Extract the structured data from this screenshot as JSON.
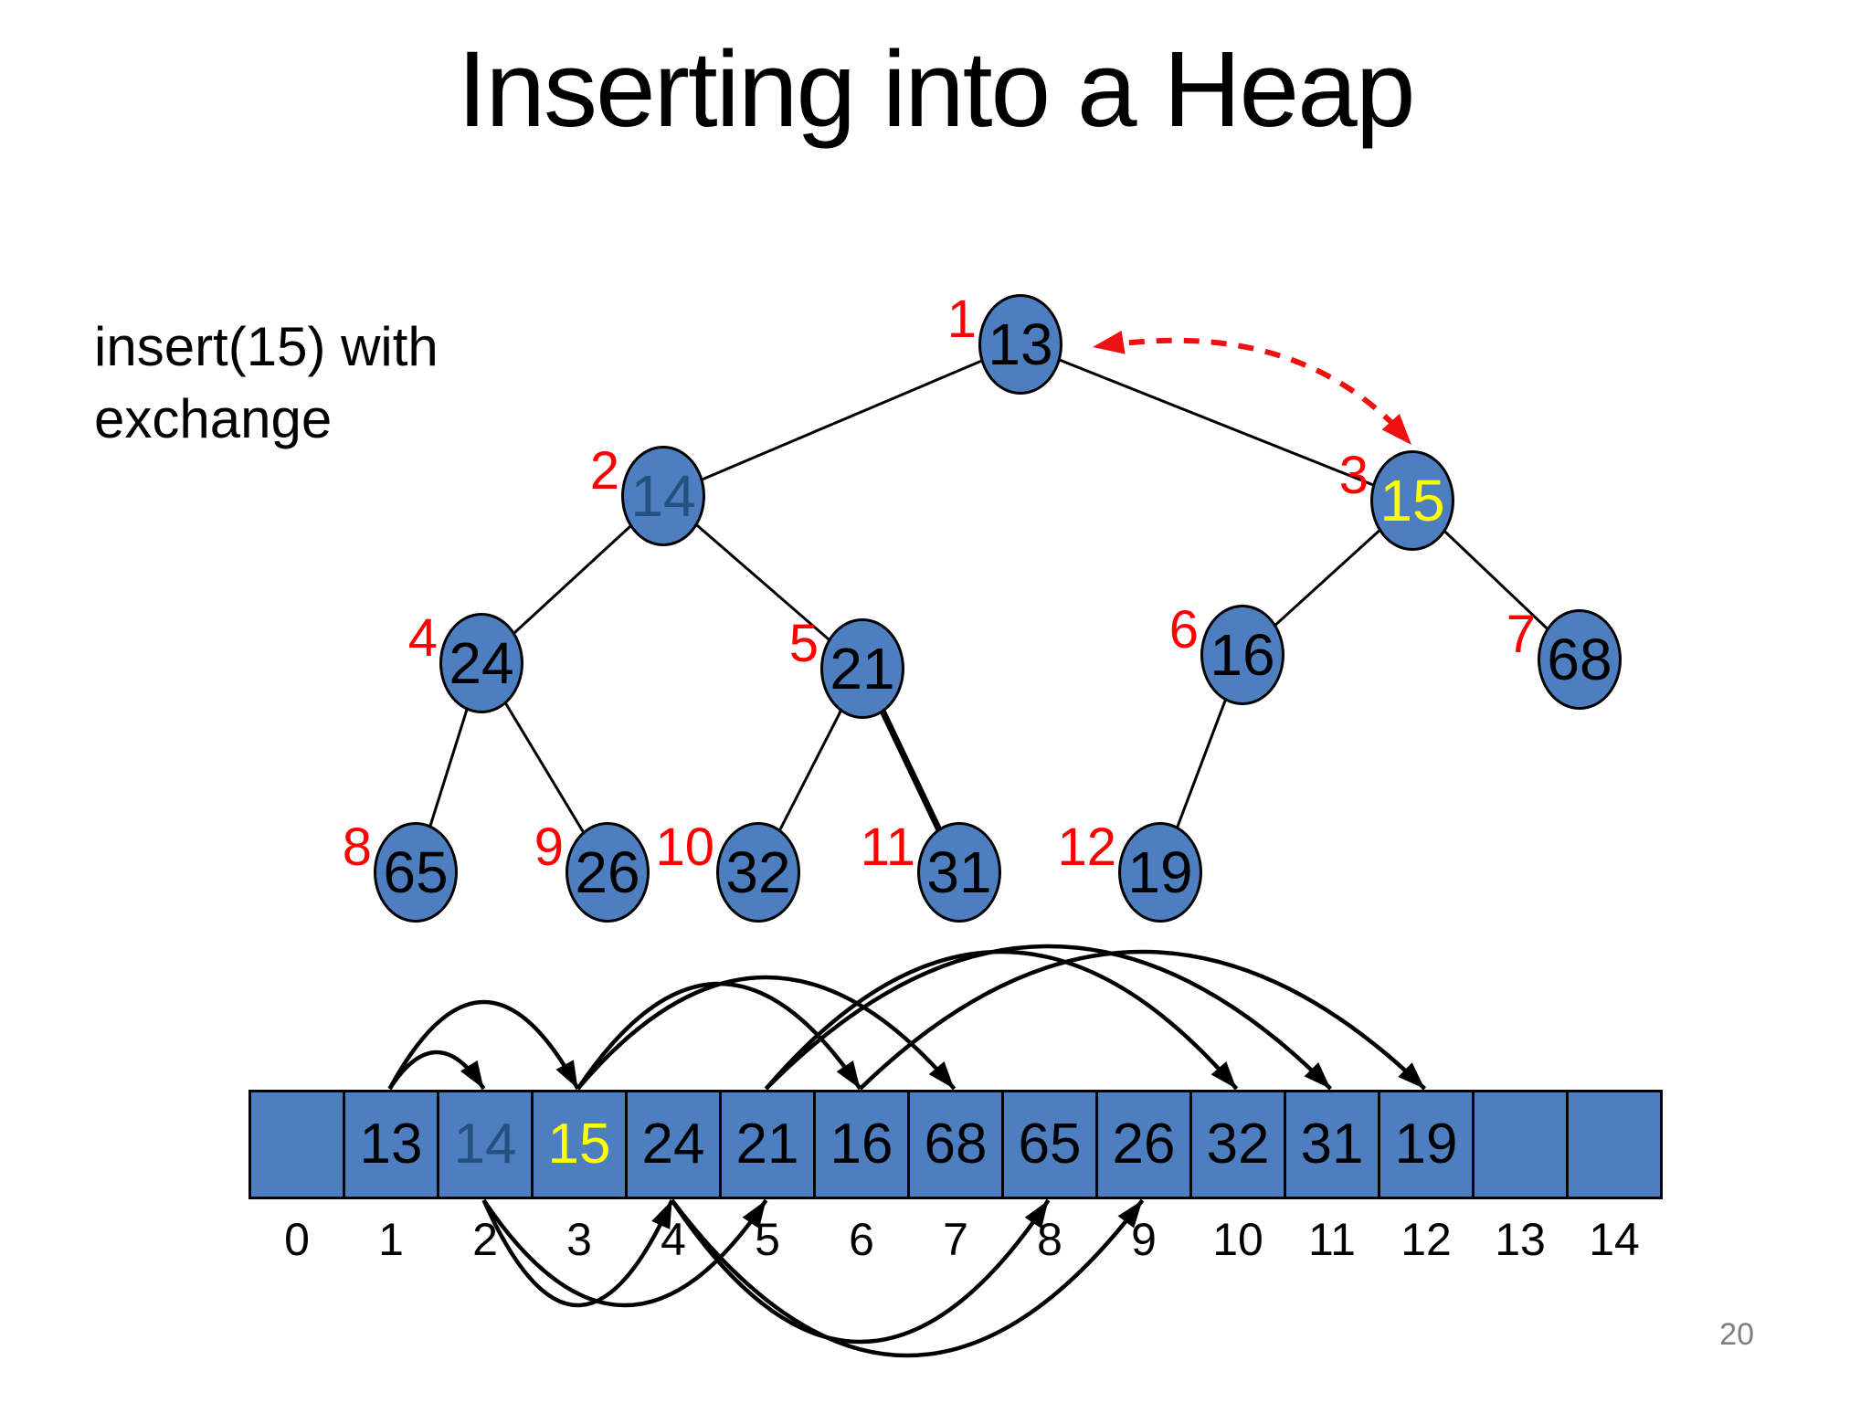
{
  "title": "Inserting into a Heap",
  "annotation": "insert(15) with exchange",
  "page_number": "20",
  "colors": {
    "node_fill": "#4d7ebf",
    "node_border": "#000000",
    "value_default": "#000000",
    "value_dim": "#24517f",
    "value_highlight": "#ffff00",
    "index_red": "#ff0000",
    "swap_arrow_red": "#ee1111",
    "edge_black": "#000000",
    "page_number_gray": "#7f7f7f"
  },
  "tree": {
    "nodes": [
      {
        "index": 1,
        "value": "13",
        "style": "default"
      },
      {
        "index": 2,
        "value": "14",
        "style": "dim"
      },
      {
        "index": 3,
        "value": "15",
        "style": "highlight"
      },
      {
        "index": 4,
        "value": "24",
        "style": "default"
      },
      {
        "index": 5,
        "value": "21",
        "style": "default"
      },
      {
        "index": 6,
        "value": "16",
        "style": "default"
      },
      {
        "index": 7,
        "value": "68",
        "style": "default"
      },
      {
        "index": 8,
        "value": "65",
        "style": "default"
      },
      {
        "index": 9,
        "value": "26",
        "style": "default"
      },
      {
        "index": 10,
        "value": "32",
        "style": "default"
      },
      {
        "index": 11,
        "value": "31",
        "style": "default"
      },
      {
        "index": 12,
        "value": "19",
        "style": "default"
      }
    ],
    "edges": [
      [
        1,
        2
      ],
      [
        1,
        3
      ],
      [
        2,
        4
      ],
      [
        2,
        5
      ],
      [
        3,
        6
      ],
      [
        3,
        7
      ],
      [
        4,
        8
      ],
      [
        4,
        9
      ],
      [
        5,
        10
      ],
      [
        5,
        11
      ],
      [
        6,
        12
      ]
    ],
    "bold_edges": [
      [
        5,
        11
      ]
    ],
    "swap_arrow": {
      "between_indices": [
        1,
        3
      ],
      "style": "dashed-red-double-headed"
    }
  },
  "array": {
    "cells": [
      {
        "index": 0,
        "value": "",
        "style": "default"
      },
      {
        "index": 1,
        "value": "13",
        "style": "default"
      },
      {
        "index": 2,
        "value": "14",
        "style": "dim"
      },
      {
        "index": 3,
        "value": "15",
        "style": "highlight"
      },
      {
        "index": 4,
        "value": "24",
        "style": "default"
      },
      {
        "index": 5,
        "value": "21",
        "style": "default"
      },
      {
        "index": 6,
        "value": "16",
        "style": "default"
      },
      {
        "index": 7,
        "value": "68",
        "style": "default"
      },
      {
        "index": 8,
        "value": "65",
        "style": "default"
      },
      {
        "index": 9,
        "value": "26",
        "style": "default"
      },
      {
        "index": 10,
        "value": "32",
        "style": "default"
      },
      {
        "index": 11,
        "value": "31",
        "style": "default"
      },
      {
        "index": 12,
        "value": "19",
        "style": "default"
      },
      {
        "index": 13,
        "value": "",
        "style": "default"
      },
      {
        "index": 14,
        "value": "",
        "style": "default"
      }
    ],
    "arrows_above": [
      [
        1,
        2
      ],
      [
        1,
        3
      ],
      [
        3,
        6
      ],
      [
        3,
        7
      ],
      [
        5,
        10
      ],
      [
        5,
        11
      ],
      [
        6,
        12
      ]
    ],
    "arrows_below": [
      [
        2,
        4
      ],
      [
        2,
        5
      ],
      [
        4,
        8
      ],
      [
        4,
        9
      ]
    ]
  }
}
